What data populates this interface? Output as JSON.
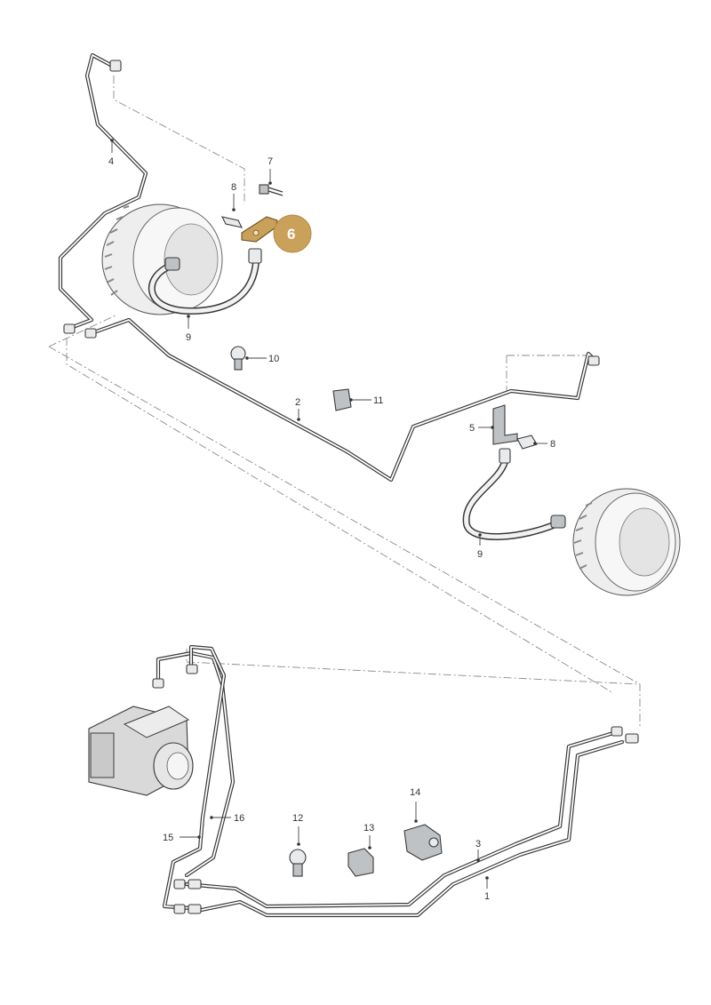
{
  "diagram": {
    "highlight_color": "#c9a15a",
    "highlight_part": "6",
    "callouts": [
      {
        "id": "c1",
        "label": "1"
      },
      {
        "id": "c2",
        "label": "2"
      },
      {
        "id": "c3",
        "label": "3"
      },
      {
        "id": "c4",
        "label": "4"
      },
      {
        "id": "c5",
        "label": "5"
      },
      {
        "id": "c6",
        "label": "6"
      },
      {
        "id": "c7",
        "label": "7"
      },
      {
        "id": "c8a",
        "label": "8"
      },
      {
        "id": "c8b",
        "label": "8"
      },
      {
        "id": "c9a",
        "label": "9"
      },
      {
        "id": "c9b",
        "label": "9"
      },
      {
        "id": "c10",
        "label": "10"
      },
      {
        "id": "c11",
        "label": "11"
      },
      {
        "id": "c12",
        "label": "12"
      },
      {
        "id": "c13",
        "label": "13"
      },
      {
        "id": "c14",
        "label": "14"
      },
      {
        "id": "c15",
        "label": "15"
      },
      {
        "id": "c16",
        "label": "16"
      }
    ]
  }
}
